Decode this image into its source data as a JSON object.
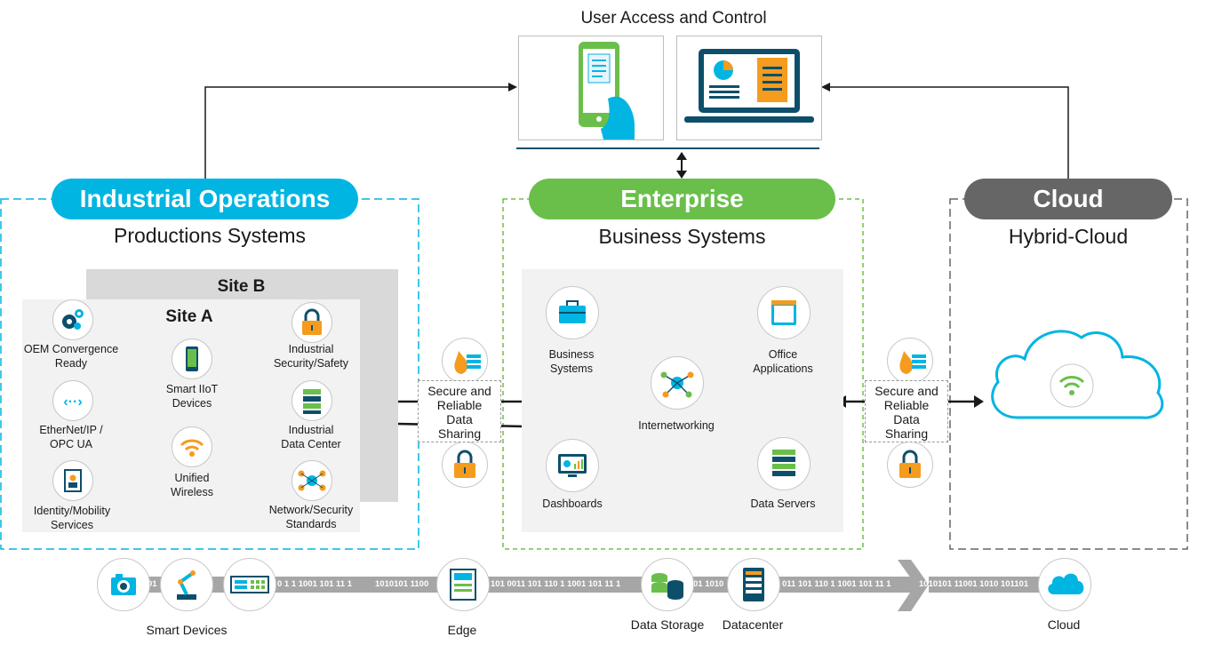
{
  "user_access": {
    "title": "User Access and Control"
  },
  "industrial": {
    "title": "Industrial Operations",
    "subtitle": "Productions Systems",
    "site_b": "Site B",
    "site_a": "Site A",
    "items": {
      "oem": "OEM Convergence\nReady",
      "ethernet": "EtherNet/IP /\nOPC UA",
      "identity": "Identity/Mobility\nServices",
      "smart_iiot": "Smart IIoT\nDevices",
      "unified_wireless": "Unified\nWireless",
      "industrial_security": "Industrial\nSecurity/Safety",
      "industrial_dc": "Industrial\nData Center",
      "network_security": "Network/Security\nStandards"
    }
  },
  "enterprise": {
    "title": "Enterprise",
    "subtitle": "Business Systems",
    "items": {
      "business_systems": "Business\nSystems",
      "office_apps": "Office\nApplications",
      "internetworking": "Internetworking",
      "dashboards": "Dashboards",
      "data_servers": "Data Servers"
    }
  },
  "cloud": {
    "title": "Cloud",
    "subtitle": "Hybrid-Cloud"
  },
  "secure_left": "Secure and\nReliable\nData\nSharing",
  "secure_right": "Secure and\nReliable\nData\nSharing",
  "bottom": {
    "bits": [
      "01",
      "0 1 1 1001 101 11 1",
      "1010101 1100",
      "101 0011 101 110 1 1001 101 11 1",
      "01 1010",
      "011 101 110 1 1001 101 11 1",
      "1010101 11001 1010 101101"
    ],
    "labels": {
      "smart_devices": "Smart Devices",
      "edge": "Edge",
      "data_storage": "Data Storage",
      "datacenter": "Datacenter",
      "cloud": "Cloud"
    }
  },
  "colors": {
    "industrial": "#00b5e2",
    "enterprise": "#6abf4b",
    "cloud": "#666666",
    "dark_blue": "#0d4f6b",
    "orange": "#f59b1e"
  }
}
